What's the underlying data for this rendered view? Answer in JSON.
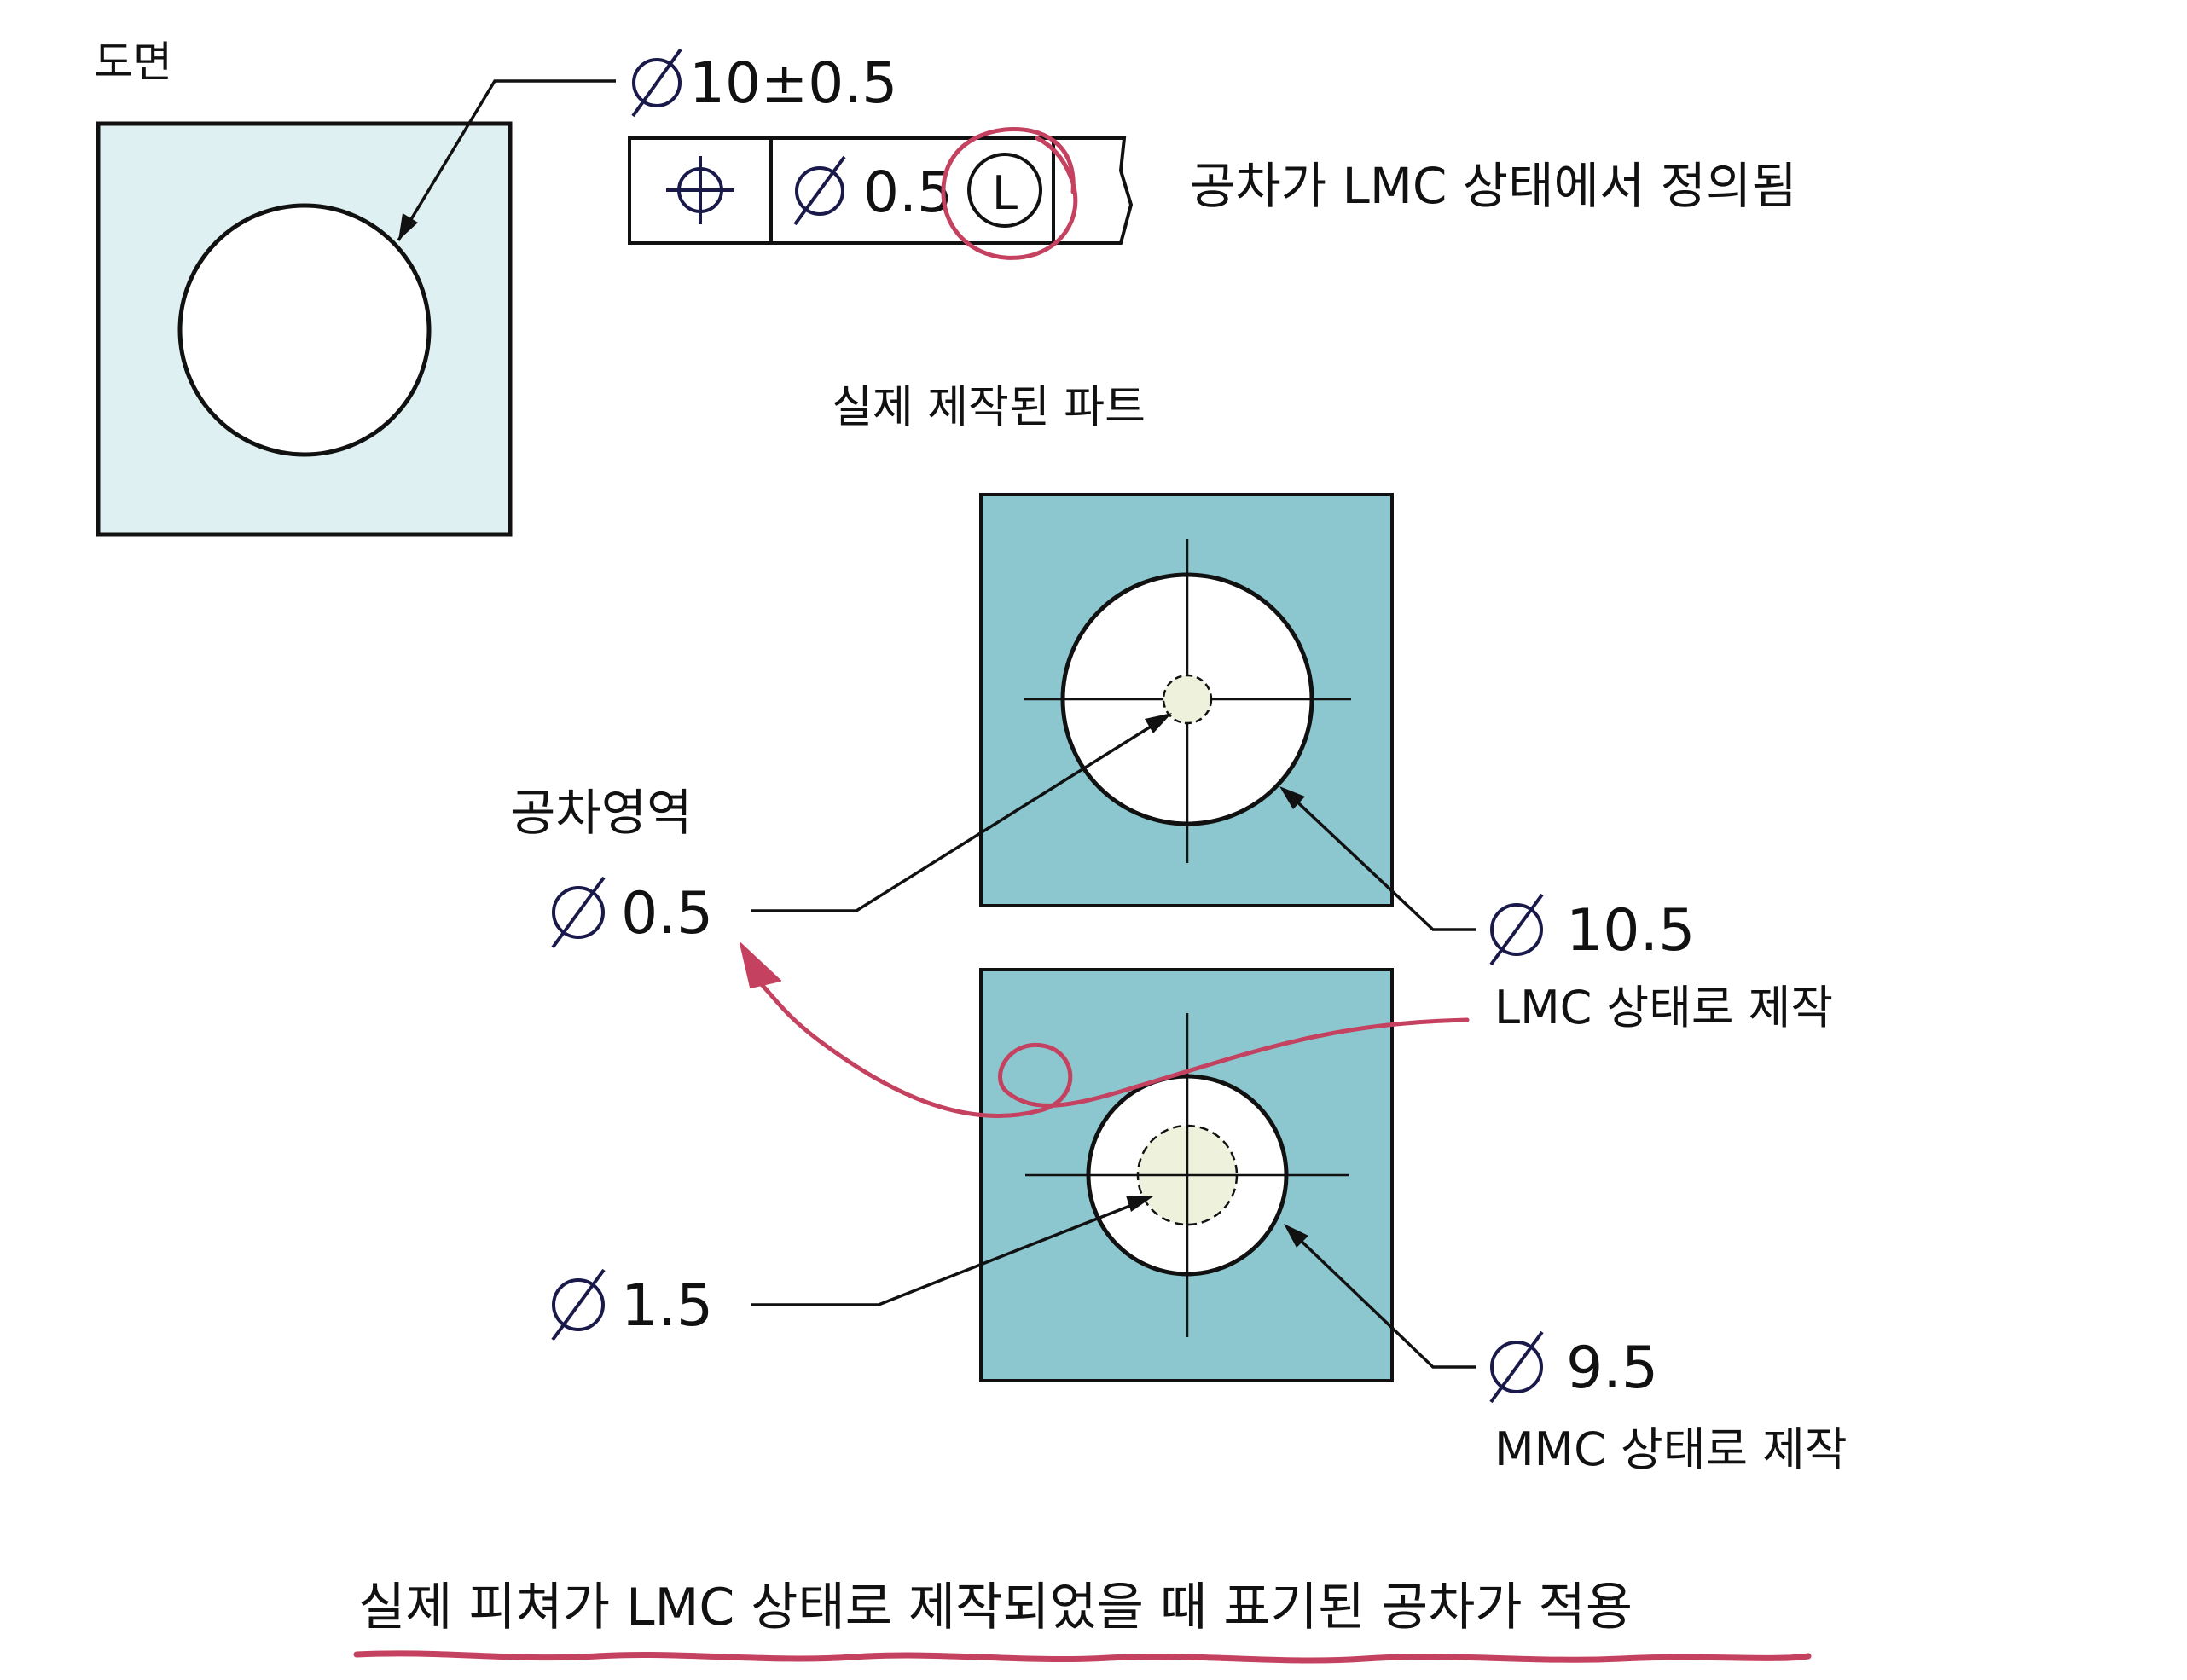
{
  "drawing": {
    "title": "도면",
    "dimension": "10±0.5",
    "fcf_tolerance": "0.5",
    "fcf_modifier": "L",
    "fcf_note": "공차가 LMC 상태에서 정의됨"
  },
  "actual": {
    "title": "실제 제작된 파트",
    "zone_title": "공차영역",
    "zone_value_lmc": "0.5",
    "lmc_size": "10.5",
    "lmc_caption": "LMC 상태로 제작",
    "zone_value_mmc": "1.5",
    "mmc_size": "9.5",
    "mmc_caption": "MMC 상태로 제작"
  },
  "footer": {
    "text": "실제 피쳐가 LMC 상태로 제작되었을 때 표기된 공차가 적용"
  },
  "colors": {
    "plate_light": "#dff0f2",
    "plate_dark": "#8cc7d0",
    "zone_fill": "#eef2dc",
    "red_marker": "#c4415f",
    "diameter_symbol": "#1a1a4a",
    "ink": "#111111"
  },
  "icons": {
    "position_symbol": "position-tolerance-icon",
    "diameter_symbol": "diameter-icon",
    "modifier": "lmc-modifier-icon"
  }
}
